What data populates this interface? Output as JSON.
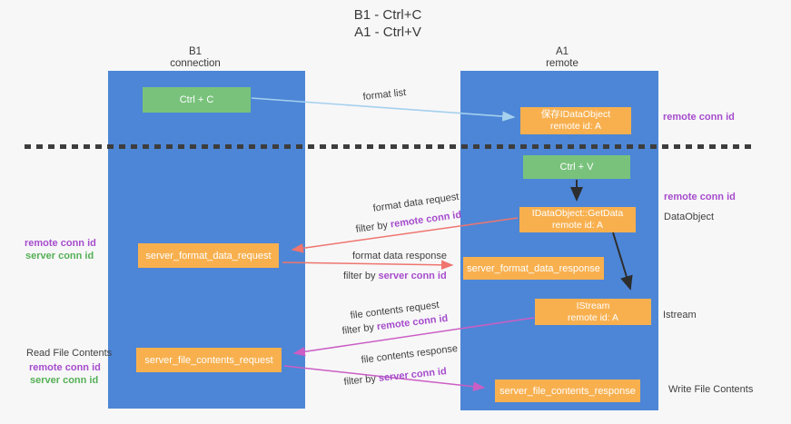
{
  "title": {
    "line1": "B1 - Ctrl+C",
    "line2": "A1 - Ctrl+V"
  },
  "columns": {
    "left": {
      "name": "B1",
      "role": "connection"
    },
    "right": {
      "name": "A1",
      "role": "remote"
    }
  },
  "nodes": {
    "ctrl_c": "Ctrl + C",
    "ctrl_v": "Ctrl + V",
    "saved_dataobject": {
      "line1": "保存IDataObject",
      "line2": "remote id: A"
    },
    "getdata": {
      "line1": "IDataObject::GetData",
      "line2": "remote id: A"
    },
    "istream": {
      "line1": "IStream",
      "line2": "remote id: A"
    },
    "server_format_data_request": "server_format_data_request",
    "server_format_data_response": "server_format_data_response",
    "server_file_contents_request": "server_file_contents_request",
    "server_file_contents_response": "server_file_contents_response"
  },
  "edge_labels": {
    "format_list": "format list",
    "format_data_request": "format data request",
    "format_data_response": "format data response",
    "file_contents_request": "file contents request",
    "file_contents_response": "file contents response",
    "filter_by": "filter by ",
    "remote_conn_id": "remote conn id",
    "server_conn_id": "server conn id"
  },
  "side_labels": {
    "remote_conn_id": "remote conn id",
    "server_conn_id": "server conn id",
    "read_file_contents": "Read File Contents",
    "write_file_contents": "Write File Contents",
    "dataobject": "DataObject",
    "istream": "Istream"
  },
  "colors": {
    "lifeline_blue": "#4d86d6",
    "node_green": "#79c27c",
    "node_orange": "#f8b04f",
    "arrow_lightblue": "#a5d0ee",
    "arrow_red": "#ef756e",
    "arrow_magenta": "#cb5ec4",
    "arrow_black": "#2d2d2d",
    "text_purple": "#a64ccc",
    "text_green": "#55b055",
    "background": "#f7f7f8"
  }
}
